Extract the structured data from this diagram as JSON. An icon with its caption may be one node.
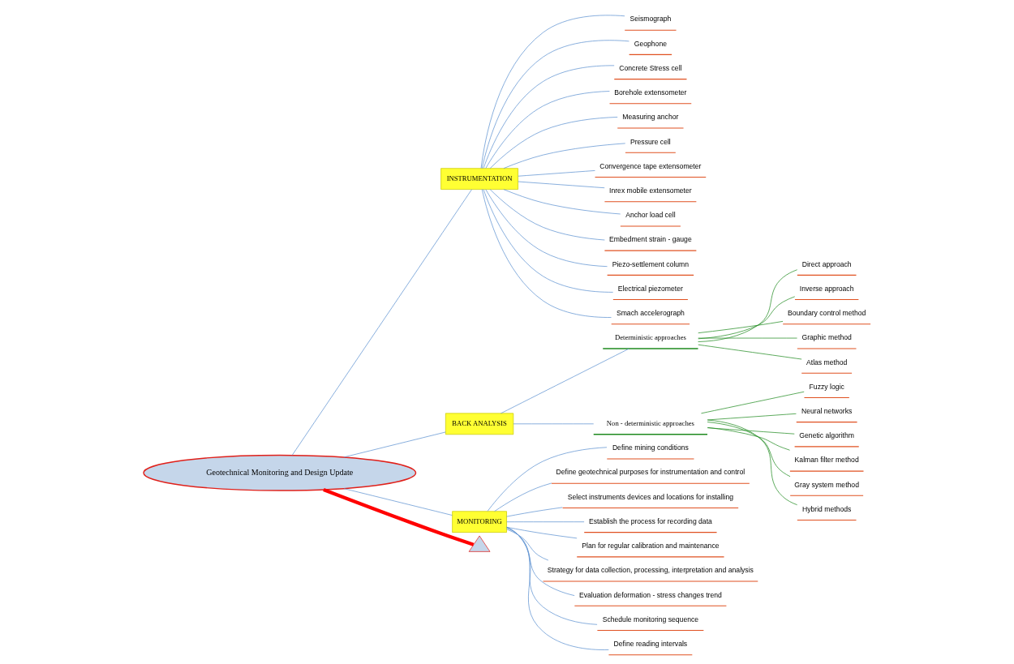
{
  "diagram": {
    "nodes": [
      {
        "text": [
          "Geotechnical Monitoring and Design Update"
        ]
      },
      {
        "text": [
          "INSTRUMENTATION"
        ]
      },
      {
        "text": [
          "Seismograph"
        ]
      },
      {
        "text": [
          "Geophone"
        ]
      },
      {
        "text": [
          "Concrete Stress cell"
        ]
      },
      {
        "text": [
          "Borehole extensometer"
        ]
      },
      {
        "text": [
          "Measuring anchor"
        ]
      },
      {
        "text": [
          "Pressure cell"
        ]
      },
      {
        "text": [
          "Convergence tape extensometer"
        ]
      },
      {
        "text": [
          "Inrex mobile extensometer"
        ]
      },
      {
        "text": [
          "Anchor load cell"
        ]
      },
      {
        "text": [
          "Embedment strain - gauge"
        ]
      },
      {
        "text": [
          "Piezo-settlement column"
        ]
      },
      {
        "text": [
          "Electrical piezometer"
        ]
      },
      {
        "text": [
          "Smach accelerograph"
        ]
      },
      {
        "text": [
          "BACK ANALYSIS"
        ]
      },
      {
        "text": [
          "Deterministic approaches"
        ]
      },
      {
        "text": [
          "Direct approach"
        ]
      },
      {
        "text": [
          "Inverse approach"
        ]
      },
      {
        "text": [
          "Boundary control method"
        ]
      },
      {
        "text": [
          "Graphic method"
        ]
      },
      {
        "text": [
          "Atlas method"
        ]
      },
      {
        "text": [
          "Non - deterministic approaches"
        ]
      },
      {
        "text": [
          "Fuzzy logic"
        ]
      },
      {
        "text": [
          "Neural networks"
        ]
      },
      {
        "text": [
          "Genetic algorithm"
        ]
      },
      {
        "text": [
          "Kalman filter method"
        ]
      },
      {
        "text": [
          "Gray system method"
        ]
      },
      {
        "text": [
          "Hybrid methods"
        ]
      },
      {
        "text": [
          "MONITORING"
        ]
      },
      {
        "text": [
          "Define mining conditions"
        ]
      },
      {
        "text": [
          "Define geotechnical purposes for instrumentation and control"
        ]
      },
      {
        "text": [
          "Select instruments devices and locations for installing"
        ]
      },
      {
        "text": [
          "Establish the process for recording data"
        ]
      },
      {
        "text": [
          "Plan for regular calibration and maintenance"
        ]
      },
      {
        "text": [
          "Strategy for data collection, processing, interpretation and analysis"
        ]
      },
      {
        "text": [
          "Evaluation deformation - stress changes trend"
        ]
      },
      {
        "text": [
          "Schedule monitoring sequence"
        ]
      },
      {
        "text": [
          "Define reading intervals"
        ]
      },
      {
        "text": [],
        "shape": "triangle"
      }
    ],
    "edges": [
      {
        "from": 0,
        "to": 39,
        "arrow": "none",
        "style": "thick",
        "color": "#ff0000"
      },
      {
        "from": 0,
        "to": 1,
        "arrow": "none",
        "color": "#5b8fd0"
      },
      {
        "from": 1,
        "to": 2,
        "arrow": "none",
        "color": "#5b8fd0"
      },
      {
        "from": 1,
        "to": 3,
        "arrow": "none",
        "color": "#5b8fd0"
      },
      {
        "from": 1,
        "to": 4,
        "arrow": "none",
        "color": "#5b8fd0"
      },
      {
        "from": 1,
        "to": 5,
        "arrow": "none",
        "color": "#5b8fd0"
      },
      {
        "from": 1,
        "to": 6,
        "arrow": "none",
        "color": "#5b8fd0"
      },
      {
        "from": 1,
        "to": 7,
        "arrow": "none",
        "color": "#5b8fd0"
      },
      {
        "from": 1,
        "to": 8,
        "arrow": "none",
        "color": "#5b8fd0"
      },
      {
        "from": 1,
        "to": 9,
        "arrow": "none",
        "color": "#5b8fd0"
      },
      {
        "from": 1,
        "to": 10,
        "arrow": "none",
        "color": "#5b8fd0"
      },
      {
        "from": 1,
        "to": 11,
        "arrow": "none",
        "color": "#5b8fd0"
      },
      {
        "from": 1,
        "to": 12,
        "arrow": "none",
        "color": "#5b8fd0"
      },
      {
        "from": 1,
        "to": 13,
        "arrow": "none",
        "color": "#5b8fd0"
      },
      {
        "from": 1,
        "to": 14,
        "arrow": "none",
        "color": "#5b8fd0"
      },
      {
        "from": 0,
        "to": 15,
        "arrow": "none",
        "color": "#5b8fd0"
      },
      {
        "from": 15,
        "to": 16,
        "arrow": "none",
        "color": "#5b8fd0"
      },
      {
        "from": 16,
        "to": 17,
        "arrow": "none",
        "color": "#1e8a1e"
      },
      {
        "from": 16,
        "to": 18,
        "arrow": "none",
        "color": "#1e8a1e"
      },
      {
        "from": 16,
        "to": 19,
        "arrow": "none",
        "color": "#1e8a1e"
      },
      {
        "from": 16,
        "to": 20,
        "arrow": "none",
        "color": "#1e8a1e"
      },
      {
        "from": 16,
        "to": 21,
        "arrow": "none",
        "color": "#1e8a1e"
      },
      {
        "from": 15,
        "to": 22,
        "arrow": "none",
        "color": "#5b8fd0"
      },
      {
        "from": 22,
        "to": 23,
        "arrow": "none",
        "color": "#1e8a1e"
      },
      {
        "from": 22,
        "to": 24,
        "arrow": "none",
        "color": "#1e8a1e"
      },
      {
        "from": 22,
        "to": 25,
        "arrow": "none",
        "color": "#1e8a1e"
      },
      {
        "from": 22,
        "to": 26,
        "arrow": "none",
        "color": "#1e8a1e"
      },
      {
        "from": 22,
        "to": 27,
        "arrow": "none",
        "color": "#1e8a1e"
      },
      {
        "from": 22,
        "to": 28,
        "arrow": "none",
        "color": "#1e8a1e"
      },
      {
        "from": 0,
        "to": 29,
        "arrow": "none",
        "color": "#5b8fd0"
      },
      {
        "from": 29,
        "to": 30,
        "arrow": "none",
        "color": "#5b8fd0"
      },
      {
        "from": 29,
        "to": 31,
        "arrow": "none",
        "color": "#5b8fd0"
      },
      {
        "from": 29,
        "to": 32,
        "arrow": "none",
        "color": "#5b8fd0"
      },
      {
        "from": 29,
        "to": 33,
        "arrow": "none",
        "color": "#5b8fd0"
      },
      {
        "from": 29,
        "to": 34,
        "arrow": "none",
        "color": "#5b8fd0"
      },
      {
        "from": 29,
        "to": 35,
        "arrow": "none",
        "color": "#5b8fd0"
      },
      {
        "from": 29,
        "to": 36,
        "arrow": "none",
        "color": "#5b8fd0"
      },
      {
        "from": 29,
        "to": 37,
        "arrow": "none",
        "color": "#5b8fd0"
      },
      {
        "from": 29,
        "to": 38,
        "arrow": "none",
        "color": "#5b8fd0"
      }
    ]
  }
}
